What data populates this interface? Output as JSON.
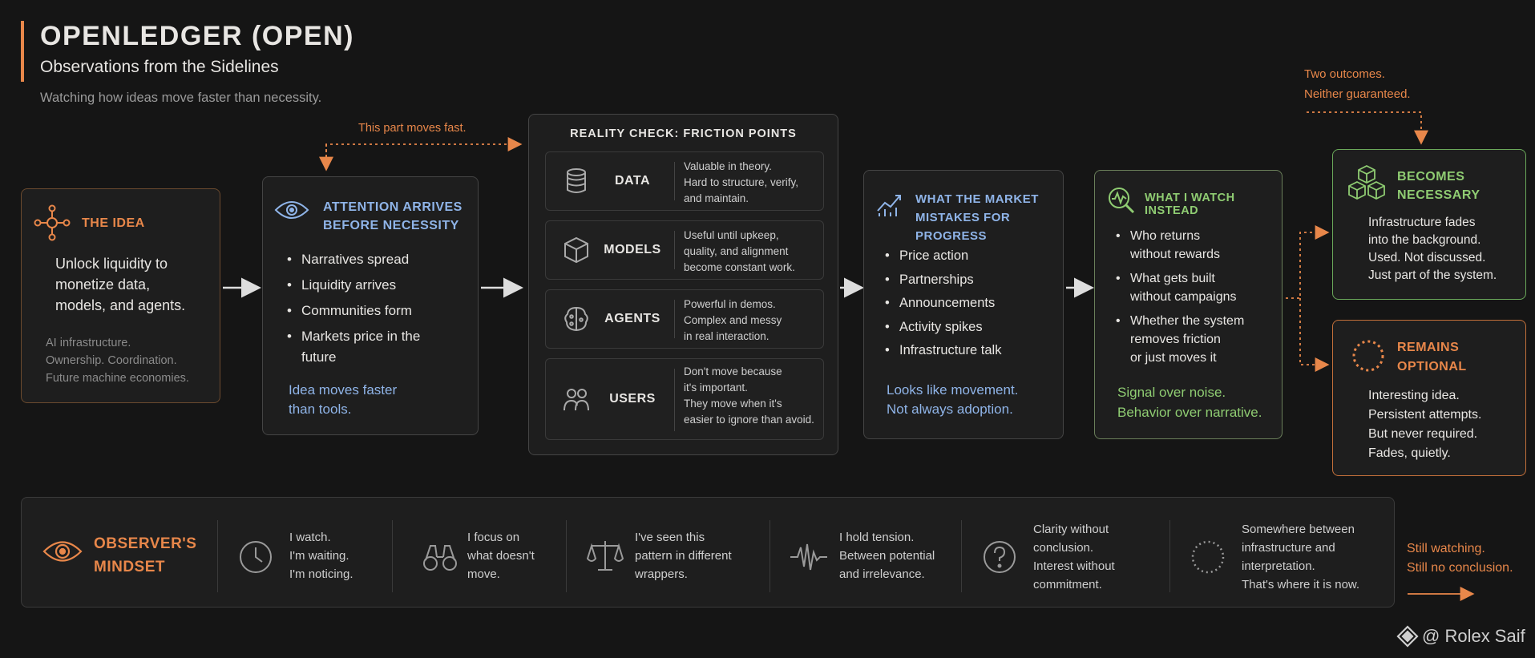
{
  "header": {
    "title": "OPENLEDGER (OPEN)",
    "subtitle": "Observations from the Sidelines",
    "tagline": "Watching how ideas move faster than necessity."
  },
  "colors": {
    "accent": "#e8874a",
    "blue": "#8fb4e8",
    "green": "#8fcc72",
    "background": "#151515"
  },
  "idea": {
    "title": "THE IDEA",
    "body": [
      "Unlock liquidity to",
      "monetize data,",
      "models, and agents."
    ],
    "note": [
      "AI infrastructure.",
      "Ownership. Coordination.",
      "Future machine economies."
    ],
    "icon": "network-icon"
  },
  "attention": {
    "annotation": "This part moves fast.",
    "title": [
      "ATTENTION ARRIVES",
      "BEFORE NECESSITY"
    ],
    "items": [
      "Narratives spread",
      "Liquidity arrives",
      "Communities form",
      "Markets price in the future"
    ],
    "footer": [
      "Idea moves faster",
      "than tools."
    ],
    "icon": "eye-icon"
  },
  "reality": {
    "title": "REALITY CHECK: FRICTION POINTS",
    "points": [
      {
        "label": "DATA",
        "icon": "database-icon",
        "desc": [
          "Valuable in theory.",
          "Hard to structure, verify,",
          "and maintain."
        ]
      },
      {
        "label": "MODELS",
        "icon": "cube-icon",
        "desc": [
          "Useful until upkeep,",
          "quality, and alignment",
          "become constant work."
        ]
      },
      {
        "label": "AGENTS",
        "icon": "brain-icon",
        "desc": [
          "Powerful in demos.",
          "Complex and messy",
          "in real interaction."
        ]
      },
      {
        "label": "USERS",
        "icon": "users-icon",
        "desc": [
          "Don't move because",
          "it's important.",
          "They move when it's",
          "easier to ignore than avoid."
        ]
      }
    ]
  },
  "market": {
    "title": [
      "WHAT THE MARKET",
      "MISTAKES FOR PROGRESS"
    ],
    "items": [
      "Price action",
      "Partnerships",
      "Announcements",
      "Activity spikes",
      "Infrastructure talk"
    ],
    "footer": [
      "Looks like movement.",
      "Not always adoption."
    ],
    "icon": "chart-icon"
  },
  "watch": {
    "title": "WHAT I WATCH INSTEAD",
    "items": [
      [
        "Who returns",
        "without rewards"
      ],
      [
        "What gets built",
        "without campaigns"
      ],
      [
        "Whether the system",
        "removes friction",
        "or just moves it"
      ]
    ],
    "footer": [
      "Signal over noise.",
      "Behavior over narrative."
    ],
    "icon": "magnifier-pulse-icon"
  },
  "outcomes": {
    "annotation": [
      "Two outcomes.",
      "Neither guaranteed."
    ],
    "necessary": {
      "title": [
        "BECOMES",
        "NECESSARY"
      ],
      "body": [
        "Infrastructure fades",
        "into the background.",
        "Used. Not discussed.",
        "Just part of the system."
      ],
      "icon": "cubes-icon"
    },
    "optional": {
      "title": [
        "REMAINS",
        "OPTIONAL"
      ],
      "body": [
        "Interesting idea.",
        "Persistent attempts.",
        "But never required.",
        "Fades, quietly."
      ],
      "icon": "dotted-circle-icon"
    }
  },
  "mindset": {
    "title": [
      "OBSERVER'S",
      "MINDSET"
    ],
    "items": [
      {
        "icon": "clock-icon",
        "text": [
          "I watch.",
          "I'm waiting.",
          "I'm noticing."
        ]
      },
      {
        "icon": "binoculars-icon",
        "text": [
          "I focus on",
          "what doesn't",
          "move."
        ]
      },
      {
        "icon": "scales-icon",
        "text": [
          "I've seen this",
          "pattern in different",
          "wrappers."
        ]
      },
      {
        "icon": "pulse-icon",
        "text": [
          "I hold tension.",
          "Between potential",
          "and irrelevance."
        ]
      },
      {
        "icon": "question-icon",
        "text": [
          "Clarity without",
          "conclusion.",
          "Interest without",
          "commitment."
        ]
      },
      {
        "icon": "dotted-ring-icon",
        "text": [
          "Somewhere between",
          "infrastructure and",
          "interpretation.",
          "That's where it is now."
        ]
      }
    ],
    "closing": [
      "Still watching.",
      "Still no conclusion."
    ]
  },
  "watermark": "@ Rolex Saif"
}
